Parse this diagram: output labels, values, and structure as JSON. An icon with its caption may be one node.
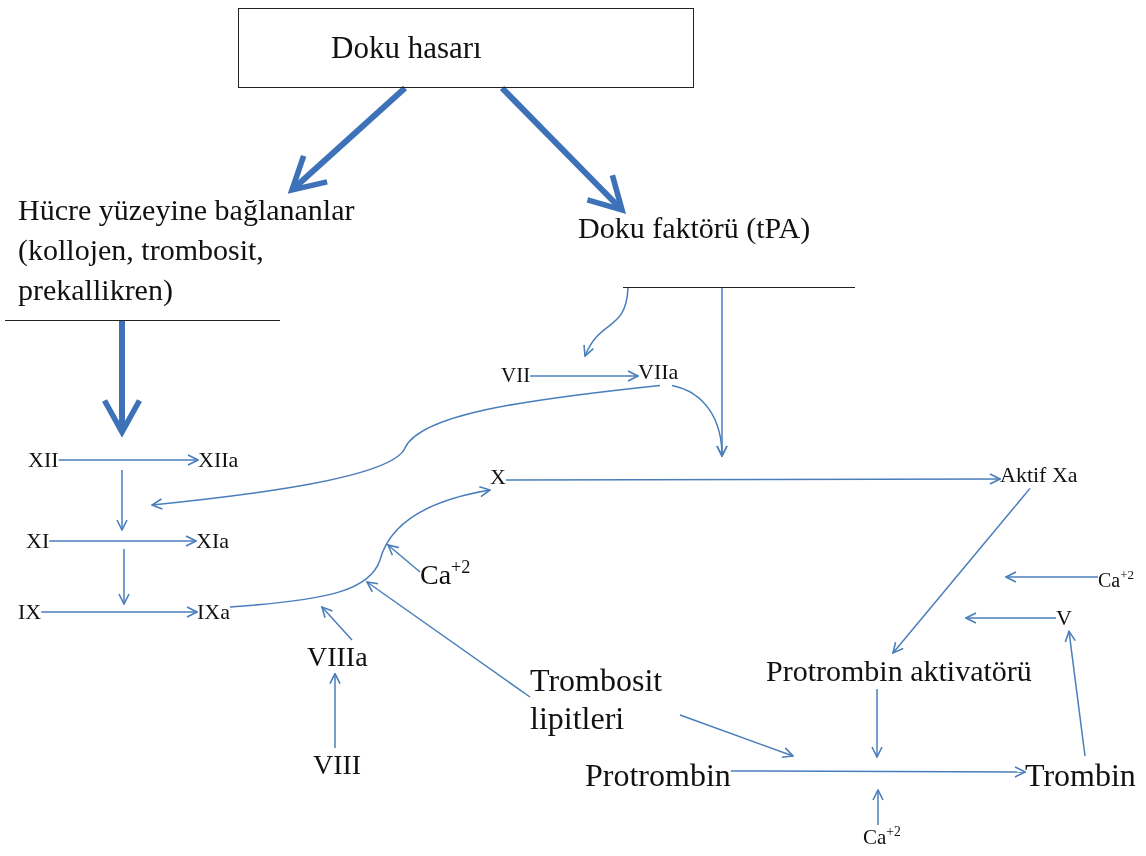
{
  "diagram": {
    "nodes": [
      {
        "text": [
          "Doku hasarı"
        ]
      },
      {
        "text": [
          "Hücre yüzeyine bağlananlar (kollojen, trombosit, prekallikren)"
        ]
      },
      {
        "text": [
          "Doku faktörü (tPA)"
        ]
      },
      {
        "text": [
          "XII"
        ]
      },
      {
        "text": [
          "XIIa"
        ]
      },
      {
        "text": [
          "XI"
        ]
      },
      {
        "text": [
          "XIa"
        ]
      },
      {
        "text": [
          "IX"
        ]
      },
      {
        "text": [
          "IXa"
        ]
      },
      {
        "text": [
          "VII"
        ]
      },
      {
        "text": [
          "VIIa"
        ]
      },
      {
        "text": [
          "X"
        ]
      },
      {
        "text": [
          "Aktif Xa"
        ]
      },
      {
        "text": [
          "Ca$^{+2}$"
        ]
      },
      {
        "text": [
          "VIIIa"
        ]
      },
      {
        "text": [
          "VIII"
        ]
      },
      {
        "text": [
          "Trombosit lipitleri"
        ]
      },
      {
        "text": [
          "Protrombin aktivatörü"
        ]
      },
      {
        "text": [
          "Ca$^{+2}$"
        ]
      },
      {
        "text": [
          "V"
        ]
      },
      {
        "text": [
          "Protrombin"
        ]
      },
      {
        "text": [
          "Trombin"
        ]
      },
      {
        "text": [
          "Ca$^{+2}$"
        ]
      }
    ],
    "edges": [
      {
        "from": 0,
        "to": 1,
        "arrow": "to",
        "style": "thick"
      },
      {
        "from": 0,
        "to": 2,
        "arrow": "to",
        "style": "thick"
      },
      {
        "from": 1,
        "to": null,
        "arrow": "to",
        "style": "thick"
      },
      {
        "from": 3,
        "to": 4,
        "arrow": "to"
      },
      {
        "from": 5,
        "to": 6,
        "arrow": "to"
      },
      {
        "from": 7,
        "to": 8,
        "arrow": "to"
      },
      {
        "from": 10,
        "to": null,
        "arrow": "to"
      },
      {
        "from": 2,
        "to": null,
        "arrow": "to"
      },
      {
        "from": 9,
        "to": 10,
        "arrow": "to"
      },
      {
        "from": 2,
        "to": null,
        "arrow": "to"
      },
      {
        "from": 10,
        "to": null,
        "arrow": "to"
      },
      {
        "from": 8,
        "to": 11,
        "arrow": "to"
      },
      {
        "from": 13,
        "to": null,
        "arrow": "to"
      },
      {
        "from": 14,
        "to": null,
        "arrow": "to"
      },
      {
        "from": 16,
        "to": null,
        "arrow": "to"
      },
      {
        "from": 15,
        "to": 14,
        "arrow": "to"
      },
      {
        "from": 11,
        "to": 12,
        "arrow": "to"
      },
      {
        "from": 12,
        "to": 17,
        "arrow": "to"
      },
      {
        "from": 18,
        "to": null,
        "arrow": "to"
      },
      {
        "from": 19,
        "to": null,
        "arrow": "to"
      },
      {
        "from": 21,
        "to": 19,
        "arrow": "to"
      },
      {
        "from": 20,
        "to": 21,
        "arrow": "to"
      },
      {
        "from": 17,
        "to": null,
        "arrow": "to"
      },
      {
        "from": 16,
        "to": null,
        "arrow": "to"
      },
      {
        "from": 22,
        "to": null,
        "arrow": "to"
      }
    ]
  }
}
